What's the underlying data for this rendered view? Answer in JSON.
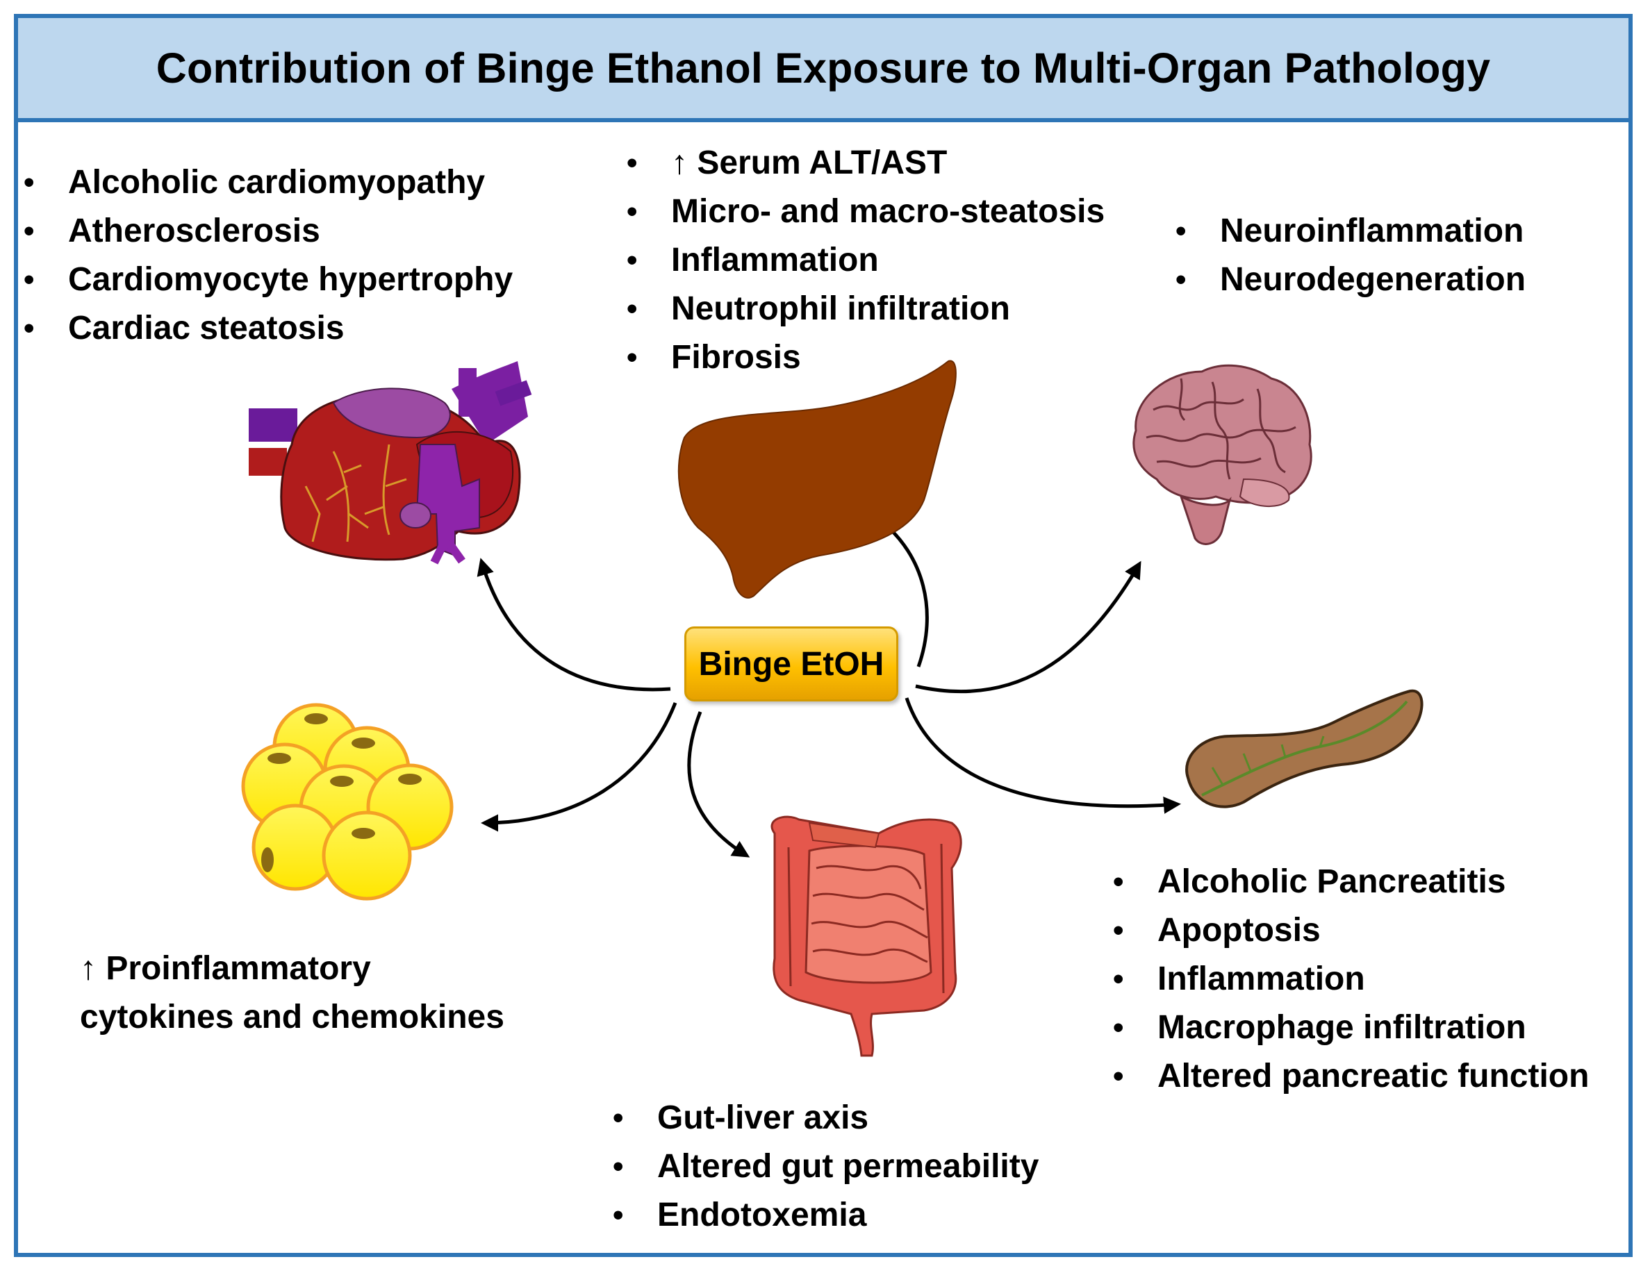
{
  "title": "Contribution of Binge Ethanol Exposure to Multi-Organ Pathology",
  "center_label": "Binge EtOH",
  "heart": {
    "icon": "heart-icon",
    "items": [
      "Alcoholic cardiomyopathy",
      "Atherosclerosis",
      "Cardiomyocyte hypertrophy",
      "Cardiac steatosis"
    ]
  },
  "liver": {
    "icon": "liver-icon",
    "items": [
      "↑ Serum ALT/AST",
      "Micro- and macro-steatosis",
      "Inflammation",
      "Neutrophil infiltration",
      "Fibrosis"
    ]
  },
  "brain": {
    "icon": "brain-icon",
    "items": [
      "Neuroinflammation",
      "Neurodegeneration"
    ]
  },
  "adipose": {
    "icon": "fat-cells-icon",
    "line1": "↑ Proinflammatory",
    "line2": "cytokines and chemokines"
  },
  "gut": {
    "icon": "intestine-icon",
    "items": [
      "Gut-liver axis",
      "Altered gut permeability",
      "Endotoxemia"
    ]
  },
  "pancreas": {
    "icon": "pancreas-icon",
    "items": [
      "Alcoholic Pancreatitis",
      "Apoptosis",
      "Inflammation",
      "Macrophage infiltration",
      "Altered pancreatic function"
    ]
  },
  "colors": {
    "frame": "#2e75b6",
    "title_bg": "#bdd7ee",
    "center_box": "#ffc000",
    "heart": "#b01c1c",
    "liver": "#943c00",
    "brain": "#c98590",
    "fat": "#ffee00",
    "gut": "#e5574c",
    "pancreas": "#a6744a"
  }
}
